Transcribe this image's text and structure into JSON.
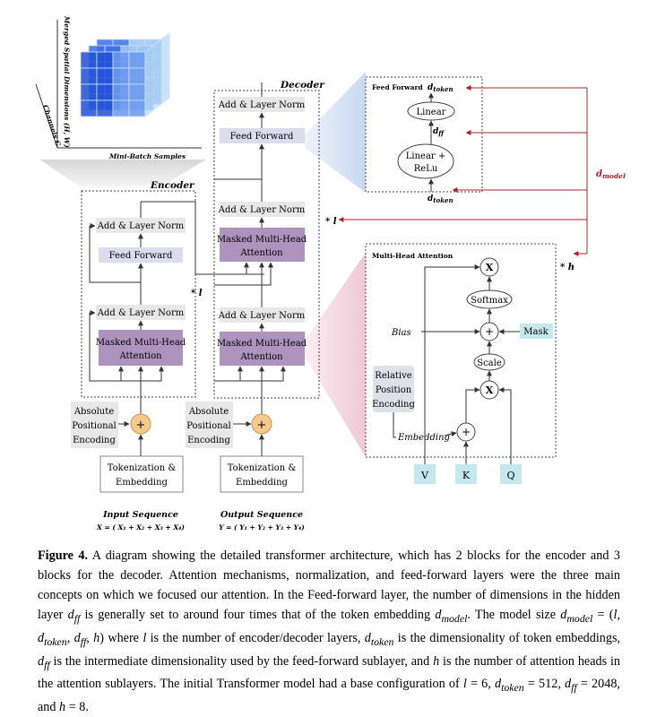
{
  "tensor": {
    "axis_h": "Merged Spatial Dimensions (H, W)",
    "axis_c": "Channels C",
    "axis_b": "Mini-Batch Samples"
  },
  "encoder": {
    "title": "Encoder",
    "add_norm_top": "Add & Layer Norm",
    "feed_forward": "Feed Forward",
    "add_norm_bottom": "Add & Layer Norm",
    "attention_l1": "Masked Multi-Head",
    "attention_l2": "Attention",
    "repeat": "* l",
    "pos_l1": "Absolute",
    "pos_l2": "Positional",
    "pos_l3": "Encoding",
    "tok_l1": "Tokenization &",
    "tok_l2": "Embedding",
    "seq_title": "Input Sequence",
    "seq_formula": "X = ( X₁ + X₂ + X₃ + X₄)"
  },
  "decoder": {
    "title": "Decoder",
    "add_norm_1": "Add & Layer Norm",
    "feed_forward": "Feed Forward",
    "add_norm_2": "Add & Layer Norm",
    "cross_attn_l1": "Masked Multi-Head",
    "cross_attn_l2": "Attention",
    "add_norm_3": "Add & Layer Norm",
    "self_attn_l1": "Masked Multi-Head",
    "self_attn_l2": "Attention",
    "pos_l1": "Absolute",
    "pos_l2": "Positional",
    "pos_l3": "Encoding",
    "tok_l1": "Tokenization &",
    "tok_l2": "Embedding",
    "seq_title": "Output Sequence",
    "seq_formula": "Y = ( Y₁ + Y₂ + Y₃ + Y₄)"
  },
  "feed_forward_detail": {
    "title": "Feed Forward",
    "d_token_top": "d",
    "d_token_top_sub": "token",
    "linear": "Linear",
    "d_ff": "d",
    "d_ff_sub": "ff",
    "linear_relu_l1": "Linear +",
    "linear_relu_l2": "ReLu",
    "d_token_bottom": "d",
    "d_token_bottom_sub": "token"
  },
  "attention_detail": {
    "title": "Multi-Head Attention",
    "mult_top": "X",
    "softmax": "Softmax",
    "plus": "+",
    "mask": "Mask",
    "bias": "Bias",
    "scale": "Scale",
    "mult_mid": "X",
    "rel_l1": "Relative",
    "rel_l2": "Position",
    "rel_l3": "Encoding",
    "embedding": "Embedding",
    "plus_low": "+",
    "v": "V",
    "k": "K",
    "q": "Q"
  },
  "annotations": {
    "d_model": "d",
    "d_model_sub": "model",
    "star_l": "* l",
    "star_h": "* h"
  },
  "colors": {
    "accent_red": "#b0222a",
    "purple": "#ad93bd",
    "lavender": "#dcdcef",
    "gray_box": "#e8e8e8",
    "light_blue": "#c5e7ee",
    "orange": "#f7c98d"
  },
  "caption": {
    "label": "Figure 4.",
    "p1": " A diagram showing the detailed transformer architecture, which has 2 blocks for the encoder and 3 blocks for the decoder. Attention mechanisms, normalization, and feed-forward layers were the three main concepts on which we focused our attention. In the Feed-forward layer, the number of dimensions in the hidden layer ",
    "v_dff": "d",
    "v_dff_sub": "ff",
    "p2": " is generally set to around four times that of the token embedding ",
    "v_dmodel": "d",
    "v_dmodel_sub": "model",
    "p3": ". The model size ",
    "v_dmodel2": "d",
    "v_dmodel2_sub": "model",
    "p4": " = (",
    "v_l": "l",
    "p5": ", ",
    "v_dtoken": "d",
    "v_dtoken_sub": "token",
    "p6": ", ",
    "v_dff2": "d",
    "v_dff2_sub": "ff",
    "p7": ", ",
    "v_h": "h",
    "p8": ") where ",
    "v_l2": "l",
    "p9": " is the number of encoder/decoder layers, ",
    "v_dtoken2": "d",
    "v_dtoken2_sub": "token",
    "p10": " is the dimensionality of token embeddings, ",
    "v_dff3": "d",
    "v_dff3_sub": "ff",
    "p11": " is the intermediate dimensionality used by the feed-forward sublayer, and ",
    "v_h2": "h",
    "p12": " is the number of attention heads in the attention sublayers. The initial Transformer model had a base configuration of ",
    "v_l3": "l",
    "p13": " = 6, ",
    "v_dtoken3": "d",
    "v_dtoken3_sub": "token",
    "p14": " = 512, ",
    "v_dff4": "d",
    "v_dff4_sub": "ff",
    "p15": " = 2048, and ",
    "v_h3": "h",
    "p16": " = 8."
  }
}
